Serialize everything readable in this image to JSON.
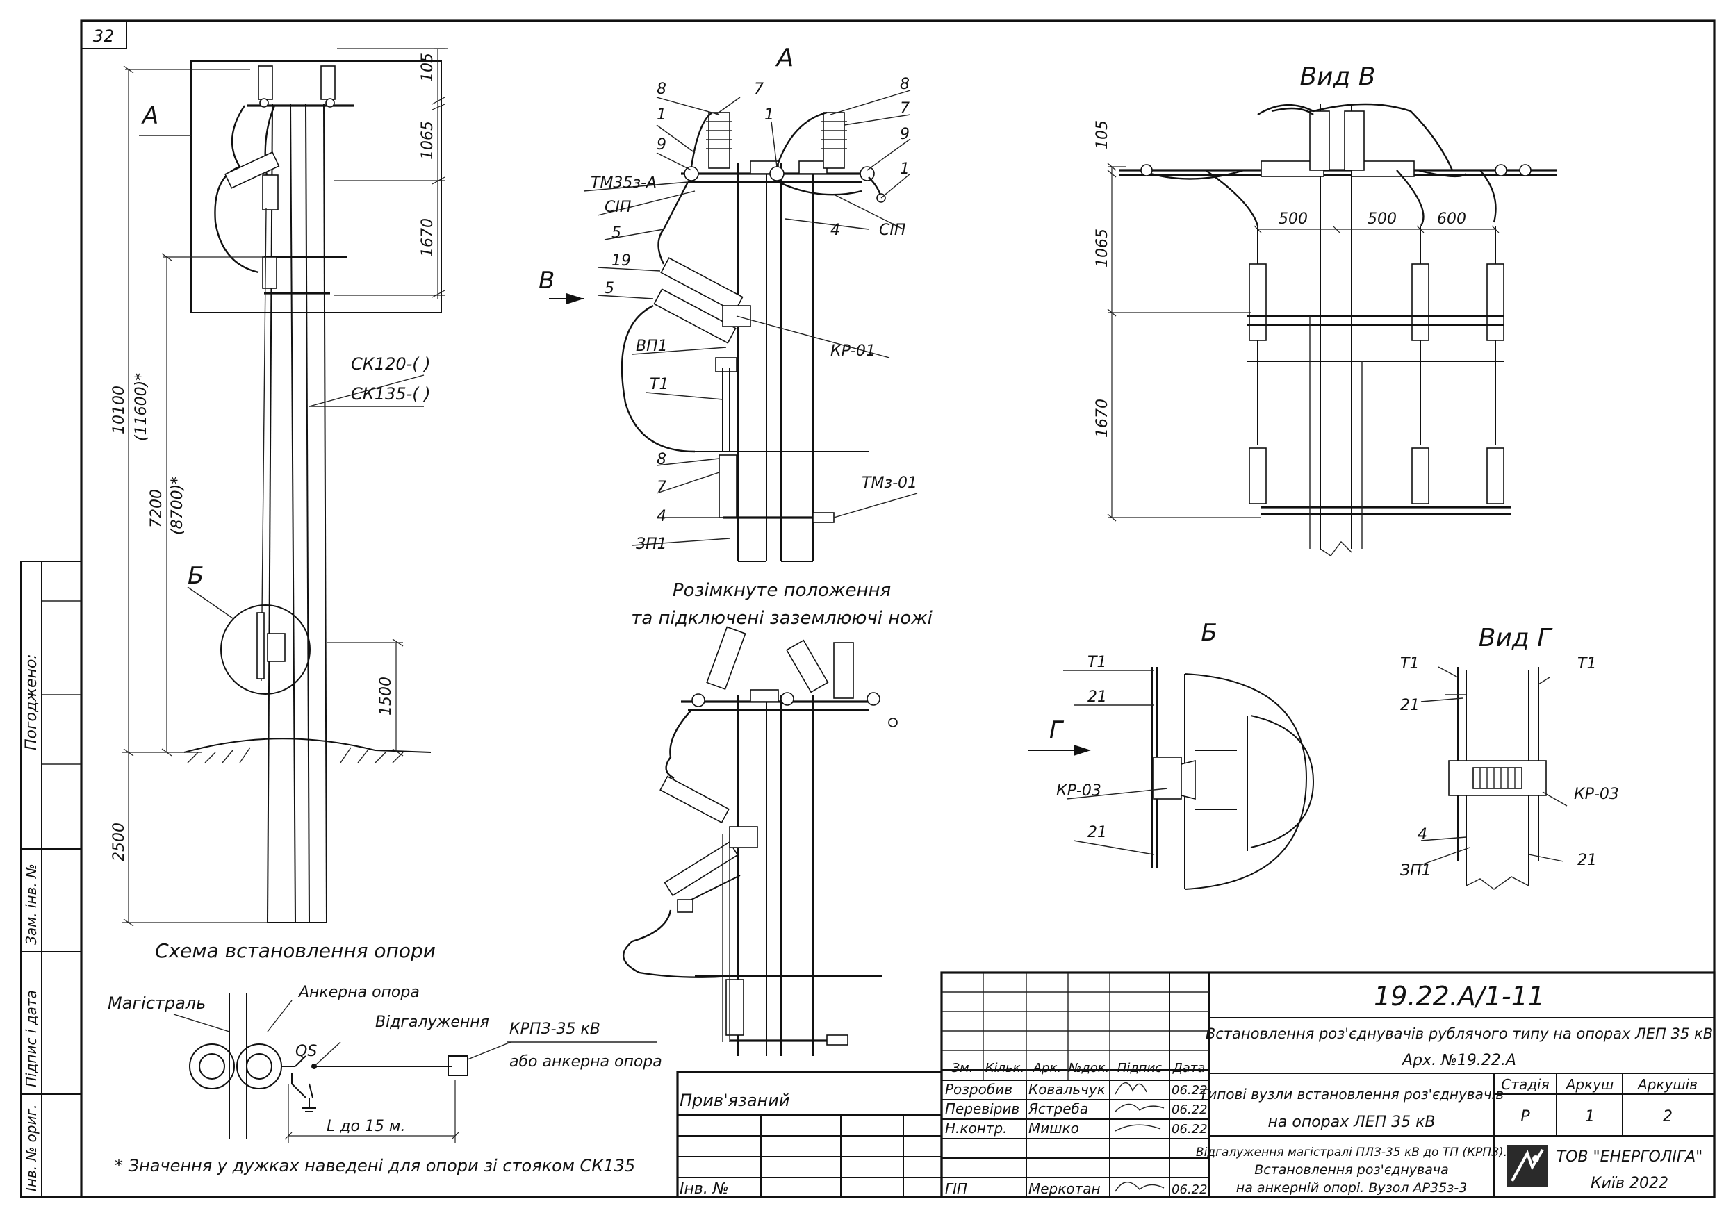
{
  "sheet": {
    "number": "32"
  },
  "side_stamp": {
    "agreed": "Погоджено:",
    "replaced_inv": "Зам. інв. №",
    "sign_date": "Підпис і дата",
    "orig_inv": "Інв. № ориг."
  },
  "main_view": {
    "label_a": "А",
    "label_b": "Б",
    "pole_types": [
      "СК120-( )",
      "СК135-( )"
    ],
    "dims": {
      "d105": "105",
      "d1065": "1065",
      "d1670": "1670",
      "d10100": "10100",
      "d11600": "(11600)*",
      "d7200": "7200",
      "d8700": "(8700)*",
      "d1500": "1500",
      "d2500": "2500"
    },
    "caption": "Схема встановлення опори"
  },
  "view_a": {
    "title": "А",
    "labels": [
      "8",
      "7",
      "1",
      "9",
      "ТМ35з-А",
      "СІП",
      "5",
      "19",
      "5",
      "ВП1",
      "Т1",
      "8",
      "7",
      "4",
      "ЗП1",
      "1",
      "8",
      "7",
      "9",
      "1",
      "4",
      "СІП",
      "КР-01",
      "ТМз-01"
    ],
    "arrow_b": "В"
  },
  "open_caption": [
    "Розімкнуте положення",
    "та підключені заземлюючі ножі"
  ],
  "view_v": {
    "title": "Вид В",
    "dims": {
      "d105": "105",
      "d1065": "1065",
      "d1670": "1670",
      "d500a": "500",
      "d500b": "500",
      "d600": "600"
    }
  },
  "detail_b": {
    "title": "Б",
    "arrow": "Г",
    "labels": [
      "Т1",
      "21",
      "КР-03",
      "21"
    ]
  },
  "view_g": {
    "title": "Вид Г",
    "labels": [
      "Т1",
      "Т1",
      "21",
      "КР-03",
      "4",
      "ЗП1",
      "21"
    ]
  },
  "scheme": {
    "main": "Магістраль",
    "anchor": "Анкерна опора",
    "branch": "Відгалуження",
    "qs": "QS",
    "krpz": "КРПЗ-35 кВ",
    "or_anchor": "або анкерна опора",
    "length": "L до 15 м."
  },
  "footnote": "* Значення у дужках наведені для опори зі стояком СК135",
  "title_block": {
    "code": "19.22.А/1-11",
    "name": "Встановлення роз'єднувачів рублячого типу на опорах ЛЕП 35 кВ",
    "arch": "Арх. №19.22.А",
    "headers": [
      "Зм.",
      "Кільк.",
      "Арк.",
      "№док.",
      "Підпис",
      "Дата"
    ],
    "rows": [
      {
        "role": "Розробив",
        "name": "Ковальчук",
        "date": "06.22"
      },
      {
        "role": "Перевірив",
        "name": "Ястреба",
        "date": "06.22"
      },
      {
        "role": "Н.контр.",
        "name": "Мишко",
        "date": "06.22"
      },
      {
        "role": "ГІП",
        "name": "Меркотан",
        "date": "06.22"
      }
    ],
    "doc_title_1": "Типові вузли встановлення роз'єднувачів",
    "doc_title_2": "на опорах ЛЕП 35 кВ",
    "sheet_desc": [
      "Відгалуження магістралі ПЛЗ-35 кВ до ТП (КРПЗ).",
      "Встановлення роз'єднувача",
      "на анкерній опорі. Вузол АР35з-3"
    ],
    "stage_h": "Стадія",
    "sheet_h": "Аркуш",
    "sheets_h": "Аркушів",
    "stage": "Р",
    "sheet": "1",
    "sheets": "2",
    "company": "ТОВ \"ЕНЕРГОЛІГА\"",
    "city": "Київ 2022",
    "bound": "Прив'язаний",
    "inv": "Інв. №"
  }
}
